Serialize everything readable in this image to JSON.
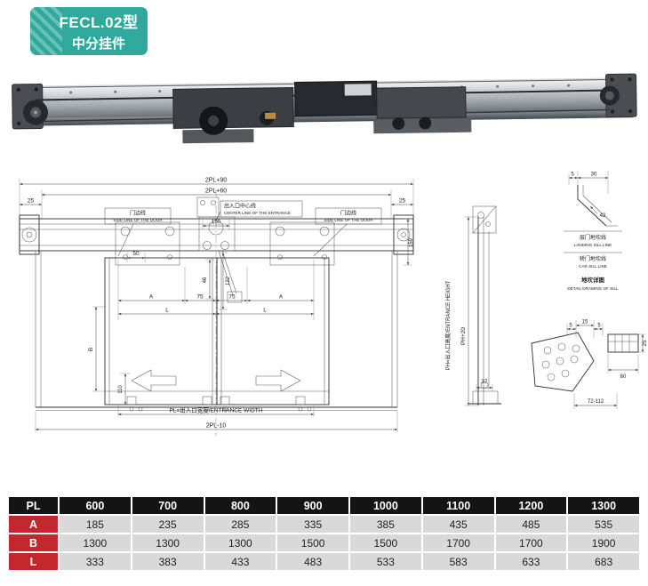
{
  "badge": {
    "model": "FECL.02型",
    "type": "中分挂件"
  },
  "front_view": {
    "dim_2pl90": "2PL+90",
    "dim_2pl60": "2PL+60",
    "dim_25_left": "25",
    "dim_25_right": "25",
    "label_door_left_cn": "门边线",
    "label_door_left_en": "SIDE LINE OF THE DOOR",
    "label_center_cn": "出入口中心线",
    "label_center_en": "CENTER LINE OF THE ENTRANCE",
    "label_door_right_cn": "门边线",
    "label_door_right_en": "SIDE LINE OF THE DOOR",
    "dim_150": "150",
    "dim_50": "50",
    "dim_46": "46",
    "dim_122": "122",
    "dim_159": "159",
    "dim_a_left": "A",
    "dim_75_left": "75",
    "dim_75_right": "75",
    "dim_a_right": "A",
    "dim_l_left": "L",
    "dim_l_right": "L",
    "dim_b": "B",
    "dim_110": "110",
    "dim_pl": "PL=出入口宽度/ENTRANCE WIDTH",
    "dim_2pl10": "2PL-10"
  },
  "side_view": {
    "dim_ph": "PH=出入口高度/ENTRANCE HEIGHT",
    "dim_ph20": "PH+20",
    "dim_37": "37"
  },
  "sill_detail": {
    "dim_5_top": "5",
    "dim_30": "30",
    "dim_42": "42",
    "landing_cn": "层门地坎线",
    "landing_en": "LANDING SILL LINE",
    "car_cn": "轿门地坎线",
    "car_en": "CAR SILL LINE",
    "title_cn": "地坎详图",
    "title_en": "DETAIL DRAWING OF SILL",
    "dim_5_a": "5",
    "dim_15": "15",
    "dim_5_b": "5",
    "dim_25": "25",
    "dim_60": "60",
    "dim_72_112": "72-112"
  },
  "table": {
    "corner": "PL",
    "columns": [
      "600",
      "700",
      "800",
      "900",
      "1000",
      "1100",
      "1200",
      "1300"
    ],
    "rows": [
      {
        "label": "A",
        "values": [
          "185",
          "235",
          "285",
          "335",
          "385",
          "435",
          "485",
          "535"
        ]
      },
      {
        "label": "B",
        "values": [
          "1300",
          "1300",
          "1300",
          "1500",
          "1500",
          "1700",
          "1700",
          "1900"
        ]
      },
      {
        "label": "L",
        "values": [
          "333",
          "383",
          "433",
          "483",
          "533",
          "583",
          "633",
          "683"
        ]
      }
    ]
  },
  "colors": {
    "badge_bg": "#2FA99B",
    "table_header_bg": "#141414",
    "table_label_bg": "#C1272D",
    "table_cell_bg": "#D9D9D9"
  }
}
